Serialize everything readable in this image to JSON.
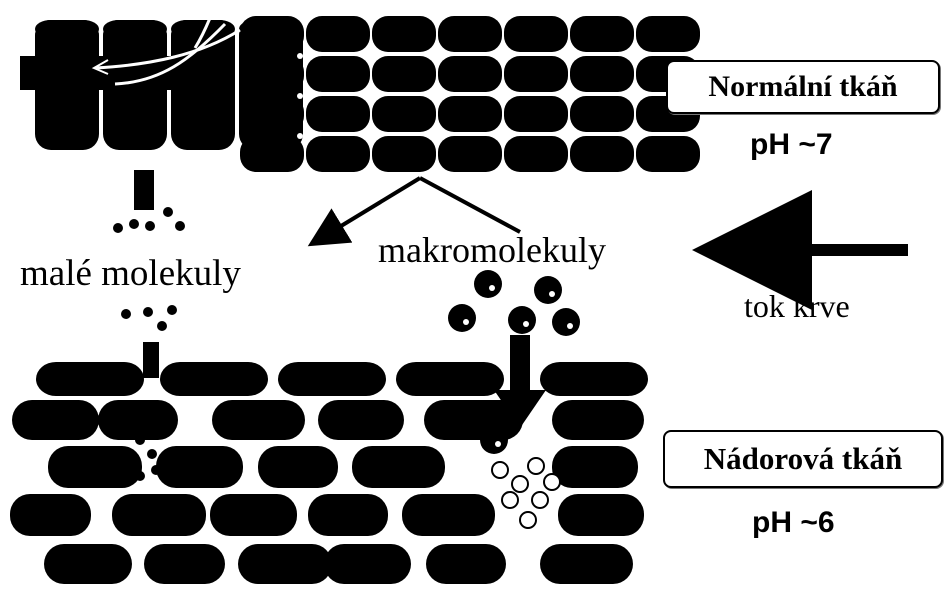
{
  "labels": {
    "normal_tissue": "Normální tkáň",
    "normal_ph": "pH ~7",
    "small_molecules": "malé molekuly",
    "macromolecules": "makromolekuly",
    "blood_flow": "tok krve",
    "tumor_tissue": "Nádorová tkáň",
    "tumor_ph": "pH ~6"
  },
  "colors": {
    "ink": "#000000",
    "background": "#ffffff"
  }
}
